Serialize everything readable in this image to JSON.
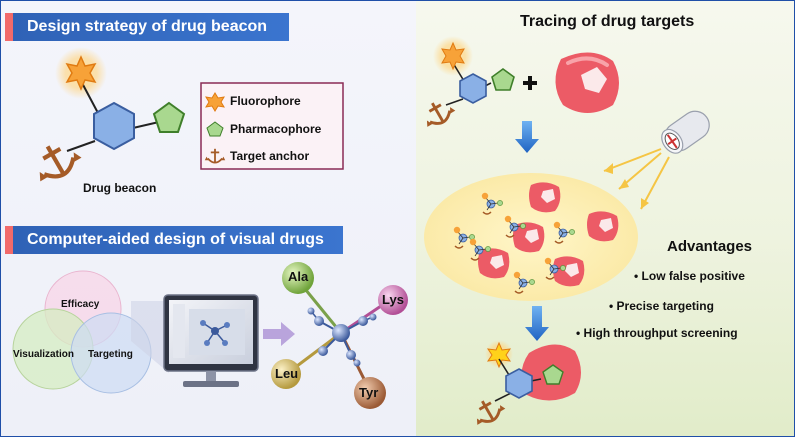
{
  "left_top": {
    "title": "Design strategy of drug beacon",
    "molecule_caption": "Drug beacon",
    "legend": [
      {
        "label": "Fluorophore",
        "icon": "fluorophore-star-icon"
      },
      {
        "label": "Pharmacophore",
        "icon": "pharmacophore-pentagon-icon"
      },
      {
        "label": "Target anchor",
        "icon": "anchor-icon"
      }
    ]
  },
  "left_bottom": {
    "title": "Computer-aided design of visual drugs",
    "venn": [
      "Efficacy",
      "Visualization",
      "Targeting"
    ],
    "network_nodes": [
      "Ala",
      "Lys",
      "Leu",
      "Tyr"
    ]
  },
  "right": {
    "title": "Tracing of drug targets",
    "advantages_title": "Advantages",
    "advantages": [
      "Low false positive",
      "Precise targeting",
      "High throughput screening"
    ],
    "bullet": "•"
  },
  "colors": {
    "banner_blue": "#2f62b6",
    "banner_tab": "#f26a6a",
    "fluorophore": "#f7a238",
    "pharmacophore": "#a9d88f",
    "core_hexagon": "#8ab0e6",
    "anchor": "#a55b27",
    "target_protein": "#ec5b66",
    "arrow_blue": "#2c7fd6"
  }
}
